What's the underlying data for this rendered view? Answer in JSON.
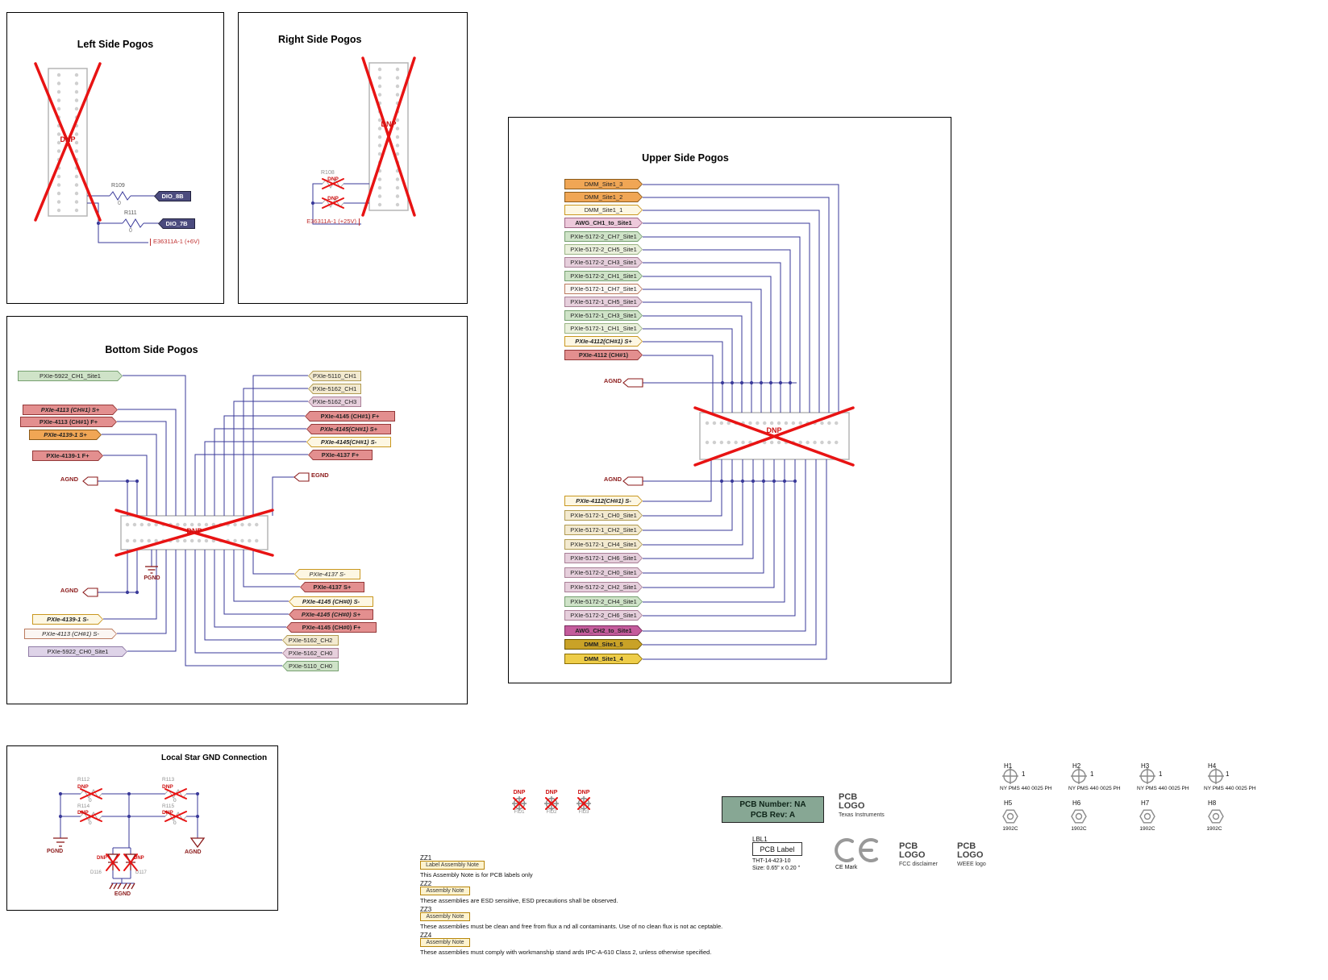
{
  "labels": {
    "dnp": "DNP"
  },
  "grounds": {
    "agnd": "AGND",
    "pgnd": "PGND",
    "egnd": "EGND"
  },
  "palette": {
    "wire": "#3a3a9a",
    "cross": "#e81313",
    "dnp": "#cc1111",
    "darkred": "#8b1a1a",
    "power": "#c03030",
    "refdes": "#8f8f8f",
    "value": "#777777",
    "navyflag": "#4b4b7e",
    "navyflag-bd": "#20203c",
    "orange": "#f0a655",
    "orange-bd": "#8a5a1a",
    "yellow": "#eecd49",
    "yellow-bd": "#8a6d00",
    "olive": "#c9a227",
    "olive-bd": "#6b5500",
    "salmon": "#e38f8f",
    "salmon-bd": "#943838",
    "cream": "#fdf7e3",
    "cream-bd": "#c9971f",
    "white": "#fbf6f2",
    "white-bd": "#bb7a5e",
    "paleg": "#cfe3c8",
    "paleg-bd": "#76a070",
    "palegg": "#eaf0dc",
    "palegg-bd": "#9ab383",
    "mauve": "#e6cfdc",
    "mauve-bd": "#a97f96",
    "paley": "#f3ead0",
    "paley-bd": "#b09a50",
    "lav": "#ded3e8",
    "lav-bd": "#8f7aa5",
    "magenta": "#c45c9c",
    "magenta-bd": "#76295c",
    "pink": "#edc9db",
    "pink-bd": "#a06585",
    "sage": "#87a794",
    "notebox": "#b8860b",
    "notefill": "#fdf3cf"
  },
  "left_pogos": {
    "title": "Left Side Pogos",
    "r1_ref": "R109",
    "r1_val": "0",
    "r2_ref": "R111",
    "r2_val": "0",
    "flag1": "DIO_8B",
    "flag2": "DIO_7B",
    "power": "E36311A-1 (+6V)"
  },
  "right_pogos": {
    "title": "Right Side Pogos",
    "r_ref": "R108",
    "power": "E36311A-1 (+25V)"
  },
  "upper_pogos": {
    "title": "Upper Side Pogos",
    "top_flags": [
      "DMM_Site1_3",
      "DMM_Site1_2",
      "DMM_Site1_1",
      "AWG_CH1_to_Site1",
      "PXIe-5172-2_CH7_Site1",
      "PXIe-5172-2_CH5_Site1",
      "PXIe-5172-2_CH3_Site1",
      "PXIe-5172-2_CH1_Site1",
      "PXIe-5172-1_CH7_Site1",
      "PXIe-5172-1_CH5_Site1",
      "PXIe-5172-1_CH3_Site1",
      "PXIe-5172-1_CH1_Site1",
      "PXIe-4112(CH#1) S+",
      "PXIe-4112 (CH#1)"
    ],
    "bottom_flags": [
      "PXIe-4112(CH#1) S-",
      "PXIe-5172-1_CH0_Site1",
      "PXIe-5172-1_CH2_Site1",
      "PXIe-5172-1_CH4_Site1",
      "PXIe-5172-1_CH6_Site1",
      "PXIe-5172-2_CH0_Site1",
      "PXIe-5172-2_CH2_Site1",
      "PXIe-5172-2_CH4_Site1",
      "PXIe-5172-2_CH6_Site1",
      "AWG_CH2_to_Site1",
      "DMM_Site1_5",
      "DMM_Site1_4"
    ]
  },
  "bottom_pogos": {
    "title": "Bottom Side Pogos",
    "left_top": [
      "PXIe-5922_CH1_Site1",
      "PXIe-4113 (CH#1) S+",
      "PXIe-4113 (CH#1) F+",
      "PXIe-4139-1 S+",
      "PXIe-4139-1 F+"
    ],
    "left_bottom": [
      "PXIe-4139-1 S-",
      "PXIe-4113 (CH#1) S-",
      "PXIe-5922_CH0_Site1"
    ],
    "right_top": [
      "PXIe-5110_CH1",
      "PXIe-5162_CH1",
      "PXIe-5162_CH3",
      "PXIe-4145 (CH#1) F+",
      "PXIe-4145(CH#1) S+",
      "PXIe-4145(CH#1) S-",
      "PXIe-4137 F+"
    ],
    "right_bottom": [
      "PXIe-4137 S-",
      "PXIe-4137 S+",
      "PXIe-4145 (CH#0) S-",
      "PXIe-4145 (CH#0) S+",
      "PXIe-4145 (CH#0) F+",
      "PXIe-5162_CH2",
      "PXIe-5162_CH0",
      "PXIe-5110_CH0"
    ]
  },
  "star_gnd": {
    "title": "Local Star GND Connection",
    "r": [
      {
        "ref": "R112",
        "val": "0"
      },
      {
        "ref": "R113",
        "val": "0"
      },
      {
        "ref": "R114",
        "val": "0"
      },
      {
        "ref": "R115",
        "val": "0"
      }
    ],
    "d": [
      {
        "ref": "D116"
      },
      {
        "ref": "D117"
      }
    ]
  },
  "fiducials": [
    {
      "ref": "FID1"
    },
    {
      "ref": "FID2"
    },
    {
      "ref": "FID3"
    }
  ],
  "assembly_notes": [
    {
      "ref": "ZZ1",
      "box": "Label Assembly Note",
      "text": "This Assembly Note is for PCB labels only"
    },
    {
      "ref": "ZZ2",
      "box": "Assembly Note",
      "text": "These assemblies are ESD sensitive, ESD precautions   shall be observed."
    },
    {
      "ref": "ZZ3",
      "box": "Assembly Note",
      "text": "These assemblies must be clean and free from flux a   nd all contaminants. Use of no clean flux is not ac   ceptable."
    },
    {
      "ref": "ZZ4",
      "box": "Assembly Note",
      "text": "These assemblies must comply with workmanship stand   ards IPC-A-610 Class 2, unless otherwise specified."
    }
  ],
  "pcb_info": {
    "number": "PCB Number: NA",
    "rev": "PCB Rev: A"
  },
  "logos": {
    "ti": {
      "line1": "PCB",
      "line2": "LOGO",
      "caption": "Texas Instruments"
    },
    "lbl": {
      "ref": "LBL1",
      "box": "PCB Label",
      "line1": "THT-14-423-10",
      "line2": "Size: 0.65\" x 0.20 \""
    },
    "ce": {
      "caption": "CE Mark"
    },
    "fcc": {
      "line1": "PCB",
      "line2": "LOGO",
      "caption": "FCC disclaimer"
    },
    "weee": {
      "line1": "PCB",
      "line2": "LOGO",
      "caption": "WEEE logo"
    }
  },
  "hardware": {
    "screws": [
      {
        "ref": "H1",
        "qty": "1",
        "label": "NY PMS 440 0025 PH"
      },
      {
        "ref": "H2",
        "qty": "1",
        "label": "NY PMS 440 0025 PH"
      },
      {
        "ref": "H3",
        "qty": "1",
        "label": "NY PMS 440 0025 PH"
      },
      {
        "ref": "H4",
        "qty": "1",
        "label": "NY PMS 440 0025 PH"
      }
    ],
    "nuts": [
      {
        "ref": "H5",
        "label": "1902C"
      },
      {
        "ref": "H6",
        "label": "1902C"
      },
      {
        "ref": "H7",
        "label": "1902C"
      },
      {
        "ref": "H8",
        "label": "1902C"
      }
    ]
  }
}
